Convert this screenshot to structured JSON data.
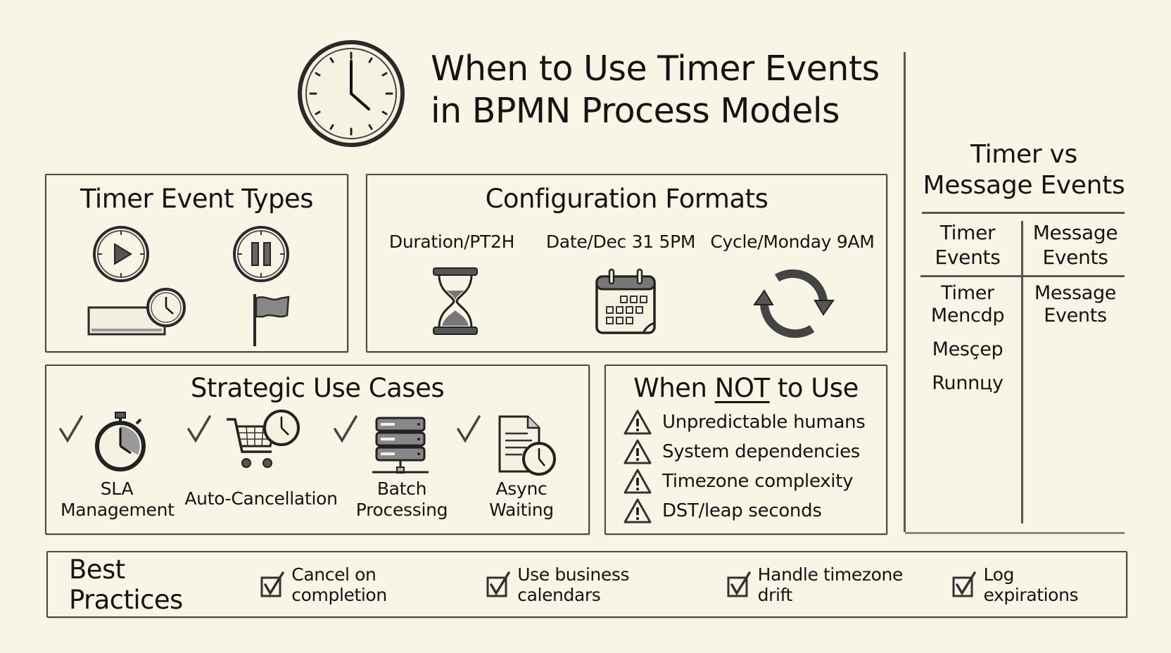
{
  "header": {
    "title_line1": "When to Use Timer Events",
    "title_line2": "in BPMN Process Models",
    "icon": "clock-icon"
  },
  "timer_event_types": {
    "title": "Timer Event Types",
    "icons": [
      "start-timer-play-icon",
      "intermediate-timer-pause-icon",
      "boundary-timer-task-icon",
      "end-flag-icon"
    ]
  },
  "configuration_formats": {
    "title": "Configuration Formats",
    "items": [
      {
        "label": "Duration/PT2H",
        "icon": "hourglass-icon"
      },
      {
        "label": "Date/Dec 31 5PM",
        "icon": "calendar-icon"
      },
      {
        "label": "Cycle/Monday 9AM",
        "icon": "cycle-arrows-icon"
      }
    ]
  },
  "strategic_use_cases": {
    "title": "Strategic Use Cases",
    "items": [
      {
        "label_line1": "SLA",
        "label_line2": "Management",
        "icon": "stopwatch-icon"
      },
      {
        "label_line1": "Auto-Cancellation",
        "label_line2": "",
        "icon": "cart-clock-icon"
      },
      {
        "label_line1": "Batch",
        "label_line2": "Processing",
        "icon": "server-stack-icon"
      },
      {
        "label_line1": "Async",
        "label_line2": "Waiting",
        "icon": "document-clock-icon"
      }
    ]
  },
  "when_not_to_use": {
    "title_pre": "When ",
    "title_emph": "NOT",
    "title_post": " to Use",
    "items": [
      "Unpredictable humans",
      "System dependencies",
      "Timezone complexity",
      "DST/leap seconds"
    ]
  },
  "comparison": {
    "title_line1": "Timer vs",
    "title_line2": "Message Events",
    "headers": [
      {
        "line1": "Timer",
        "line2": "Events"
      },
      {
        "line1": "Message",
        "line2": "Events"
      }
    ],
    "col_left": [
      "Timer",
      "Mencdp",
      "Mesçep",
      "Runnцy"
    ],
    "col_right": [
      "Message",
      "Events"
    ]
  },
  "best_practices": {
    "title": "Best Practices",
    "items": [
      "Cancel on completion",
      "Use business calendars",
      "Handle timezone drift",
      "Log expirations"
    ]
  }
}
